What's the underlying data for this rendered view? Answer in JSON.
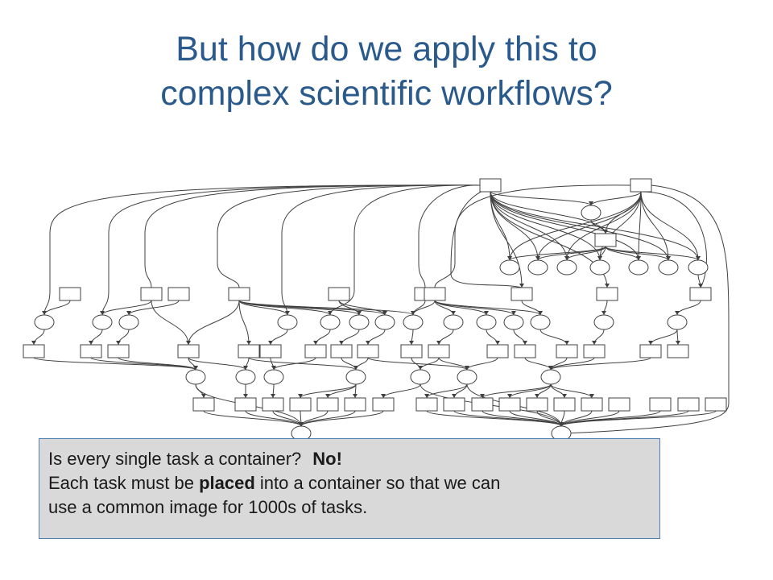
{
  "slide": {
    "title_line1": "But how do we apply this to",
    "title_line2": "complex scientific workflows?"
  },
  "callout": {
    "line1_text": "Is every single task a container?",
    "line1_emphasis": "No!",
    "line2_before": "Each task must be ",
    "line2_emphasis": "placed",
    "line2_after": " into a container so that we can",
    "line3_text": "use a common image for 1000s of tasks."
  },
  "colors": {
    "title": "#2a5a8c",
    "callout_background": "#d9d9d9",
    "callout_border": "#4e7fb0",
    "diagram_stroke": "#404040"
  }
}
